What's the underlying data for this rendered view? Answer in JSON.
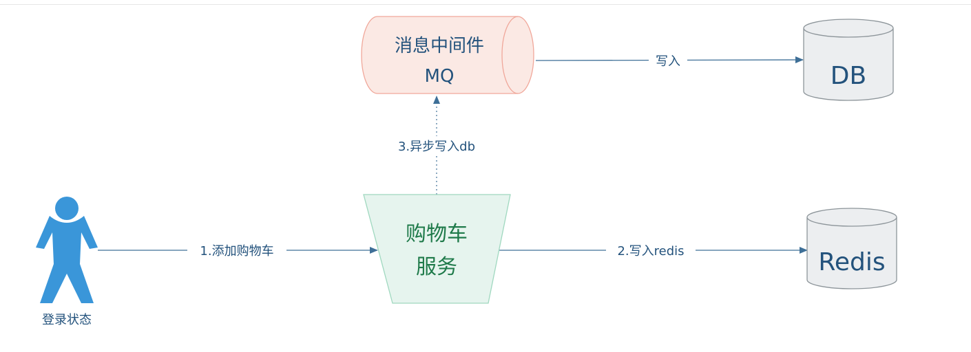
{
  "nodes": {
    "user": {
      "label": "登录状态"
    },
    "mq": {
      "line1": "消息中间件",
      "line2": "MQ"
    },
    "cart": {
      "line1": "购物车",
      "line2": "服务"
    },
    "db": {
      "label": "DB"
    },
    "redis": {
      "label": "Redis"
    }
  },
  "edges": {
    "add_to_cart": "1.添加购物车",
    "write_redis": "2.写入redis",
    "async_db": "3.异步写入db",
    "write_db": "写入"
  },
  "colors": {
    "arrow": "#3e6f97",
    "label_text": "#23527c",
    "person": "#3a96d9",
    "mq_fill": "#fbe9e4",
    "mq_stroke": "#f0a79a",
    "cart_fill": "#e6f4ee",
    "cart_stroke": "#9fd8bf",
    "cart_text": "#1f7a4a",
    "db_fill": "#eceef0",
    "db_stroke": "#8c9499"
  }
}
